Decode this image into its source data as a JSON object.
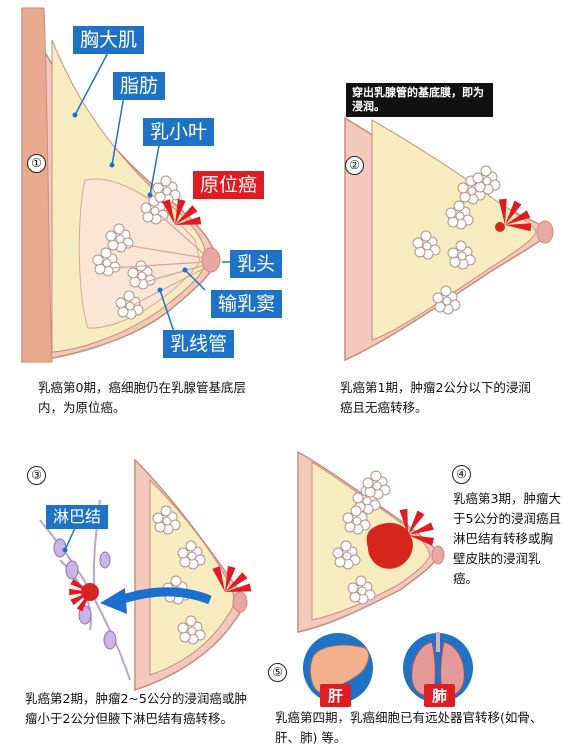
{
  "labels": {
    "chest_muscle": "胸大肌",
    "fat": "脂肪",
    "lobule": "乳小叶",
    "in_situ": "原位癌",
    "nipple": "乳头",
    "lactiferous_sinus": "输乳窦",
    "duct": "乳线管",
    "lymph_node": "淋巴结",
    "liver": "肝",
    "lung": "肺"
  },
  "stages": [
    {
      "num": "①",
      "caption": "乳癌第0期，癌细胞仍在乳腺管基底层内，为原位癌。"
    },
    {
      "num": "②",
      "note": "穿出乳腺管的基底膜，即为浸润。",
      "caption": "乳癌第1期，肿瘤2公分以下的浸润癌且无癌转移。"
    },
    {
      "num": "③",
      "caption": "乳癌第2期，肿瘤2~5公分的浸润癌或肿瘤小于2公分但腋下淋巴结有癌转移。"
    },
    {
      "num": "④",
      "caption": "乳癌第3期，肿瘤大于5公分的浸润癌且淋巴结有转移或胸壁皮肤的浸润乳癌。"
    },
    {
      "num": "⑤",
      "caption": "乳癌第四期，乳癌细胞已有远处器官转移(如骨、肝、肺) 等。"
    }
  ],
  "colors": {
    "skin": "#f2c9bb",
    "muscle": "#e8a98f",
    "fat": "#f7ecc0",
    "outline": "#c98d7c",
    "tumor": "#d7261e",
    "label_blue": "#1e73c7",
    "label_red": "#e01b22",
    "arrow_blue": "#1b6fd0",
    "lymph": "#b9a2d6"
  }
}
